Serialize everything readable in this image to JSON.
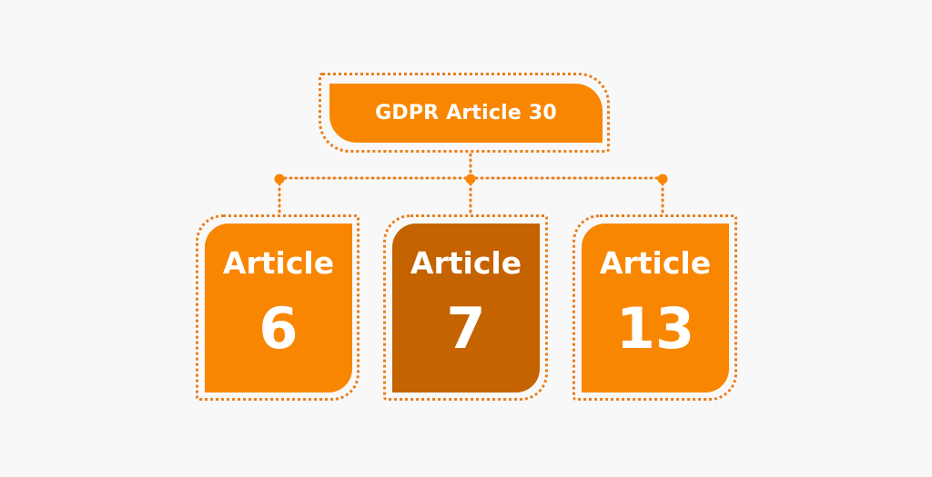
{
  "diagram": {
    "root": {
      "label": "GDPR Article 30"
    },
    "children": [
      {
        "label": "Article",
        "number": "6"
      },
      {
        "label": "Article",
        "number": "7"
      },
      {
        "label": "Article",
        "number": "13"
      }
    ]
  },
  "colors": {
    "accent": "#f98600",
    "highlight": "#c46300",
    "dotted_outline": "#e97e1c",
    "text": "#ffffff",
    "background": "#f9f8f8"
  }
}
